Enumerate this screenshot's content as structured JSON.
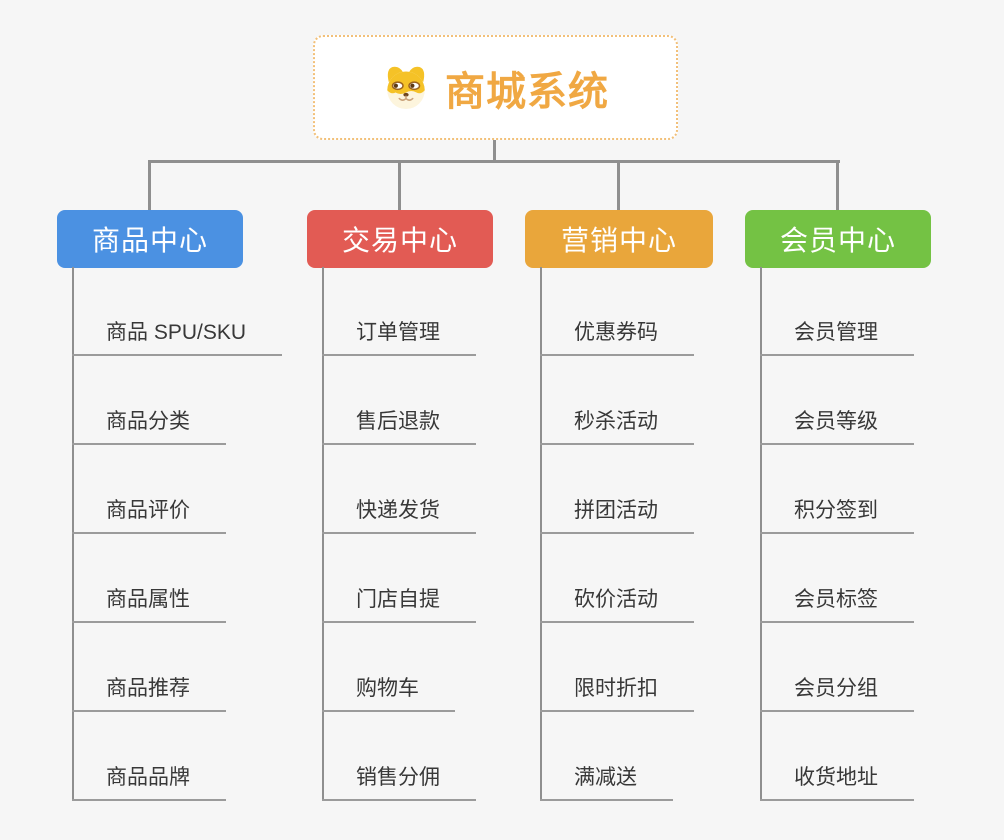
{
  "canvas": {
    "background_color": "#f6f6f6",
    "connector_color": "#8f8f8f",
    "underline_color": "#9b9b9b"
  },
  "root": {
    "title": "商城系统",
    "icon": "dog-face-icon",
    "text_color": "#f0a843",
    "border_color": "#f2c079"
  },
  "branches": [
    {
      "label": "商品中心",
      "color": "#4b91e2",
      "children": [
        "商品 SPU/SKU",
        "商品分类",
        "商品评价",
        "商品属性",
        "商品推荐",
        "商品品牌"
      ]
    },
    {
      "label": "交易中心",
      "color": "#e25b54",
      "children": [
        "订单管理",
        "售后退款",
        "快递发货",
        "门店自提",
        "购物车",
        "销售分佣"
      ]
    },
    {
      "label": "营销中心",
      "color": "#e9a63b",
      "children": [
        "优惠券码",
        "秒杀活动",
        "拼团活动",
        "砍价活动",
        "限时折扣",
        "满减送"
      ]
    },
    {
      "label": "会员中心",
      "color": "#74c244",
      "children": [
        "会员管理",
        "会员等级",
        "积分签到",
        "会员标签",
        "会员分组",
        "收货地址"
      ]
    }
  ]
}
